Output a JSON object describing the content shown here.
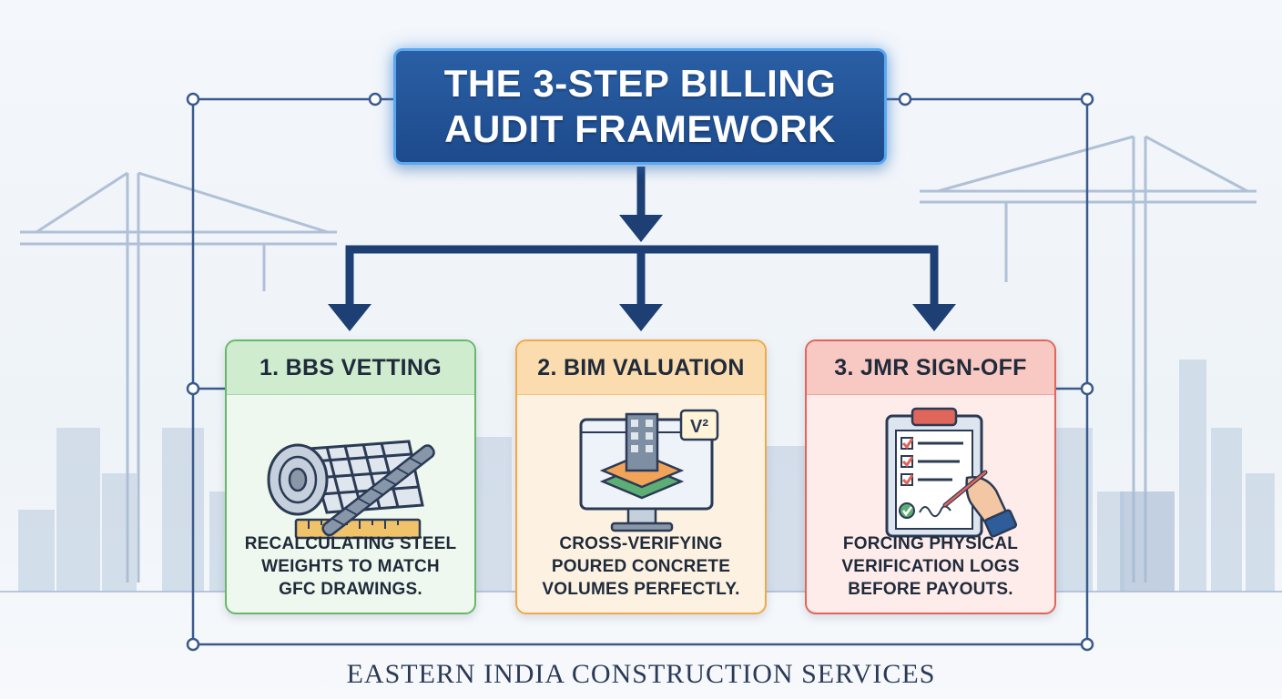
{
  "title": {
    "line1": "THE 3-STEP BILLING",
    "line2": "AUDIT FRAMEWORK"
  },
  "steps": [
    {
      "heading": "1. BBS VETTING",
      "description": [
        "RECALCULATING STEEL",
        "WEIGHTS TO MATCH",
        "GFC DRAWINGS."
      ],
      "icon": "rebar-mesh-ruler-icon",
      "accent": "#66b86a"
    },
    {
      "heading": "2. BIM VALUATION",
      "description": [
        "CROSS-VERIFYING",
        "POURED CONCRETE",
        "VOLUMES PERFECTLY."
      ],
      "icon": "bim-model-monitor-icon",
      "icon_label": "V²",
      "accent": "#f0a84a"
    },
    {
      "heading": "3. JMR SIGN-OFF",
      "description": [
        "FORCING PHYSICAL",
        "VERIFICATION LOGS",
        "BEFORE PAYOUTS."
      ],
      "icon": "clipboard-signature-icon",
      "accent": "#e0655b"
    }
  ],
  "footer": "EASTERN INDIA CONSTRUCTION SERVICES",
  "colors": {
    "title_fill": "#1d4a8b",
    "title_glow": "#5aa8f0",
    "connector": "#1e3f73",
    "frame_line": "#3a5a8c"
  }
}
